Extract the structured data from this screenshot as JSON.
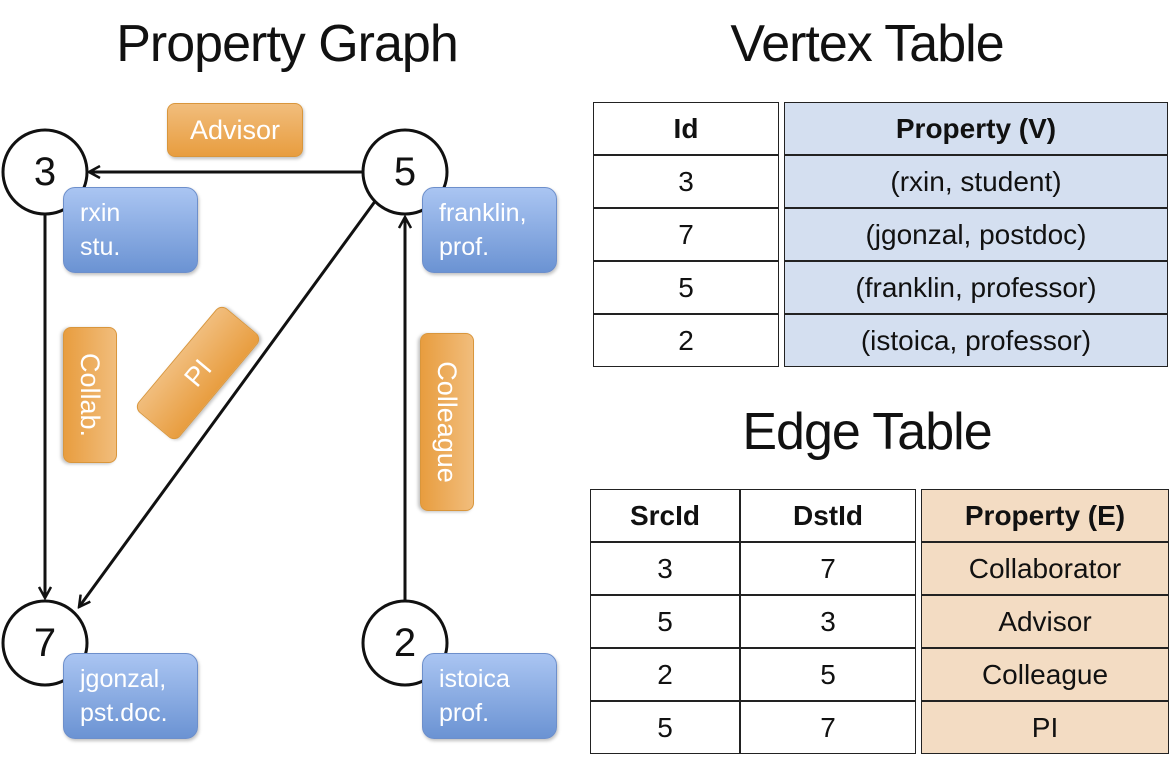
{
  "graph": {
    "title": "Property Graph",
    "nodes": [
      {
        "id": "3",
        "props": [
          "rxin",
          "stu."
        ]
      },
      {
        "id": "5",
        "props": [
          "franklin,",
          "prof."
        ]
      },
      {
        "id": "7",
        "props": [
          "jgonzal,",
          "pst.doc."
        ]
      },
      {
        "id": "2",
        "props": [
          "istoica",
          "prof."
        ]
      }
    ],
    "edges": [
      {
        "src": "5",
        "dst": "3",
        "label": "Advisor"
      },
      {
        "src": "3",
        "dst": "7",
        "label": "Collab."
      },
      {
        "src": "5",
        "dst": "7",
        "label": "PI"
      },
      {
        "src": "2",
        "dst": "5",
        "label": "Colleague"
      }
    ],
    "colors": {
      "vertex_box": "#8aaee5",
      "edge_box": "#eca95a"
    }
  },
  "vertex_table": {
    "title": "Vertex Table",
    "headers": [
      "Id",
      "Property (V)"
    ],
    "rows": [
      [
        "3",
        "(rxin, student)"
      ],
      [
        "7",
        "(jgonzal, postdoc)"
      ],
      [
        "5",
        "(franklin, professor)"
      ],
      [
        "2",
        "(istoica, professor)"
      ]
    ],
    "color": "#d4dff0"
  },
  "edge_table": {
    "title": "Edge Table",
    "headers": [
      "SrcId",
      "DstId",
      "Property (E)"
    ],
    "rows": [
      [
        "3",
        "7",
        "Collaborator"
      ],
      [
        "5",
        "3",
        "Advisor"
      ],
      [
        "2",
        "5",
        "Colleague"
      ],
      [
        "5",
        "7",
        "PI"
      ]
    ],
    "color": "#f3dcc3"
  }
}
